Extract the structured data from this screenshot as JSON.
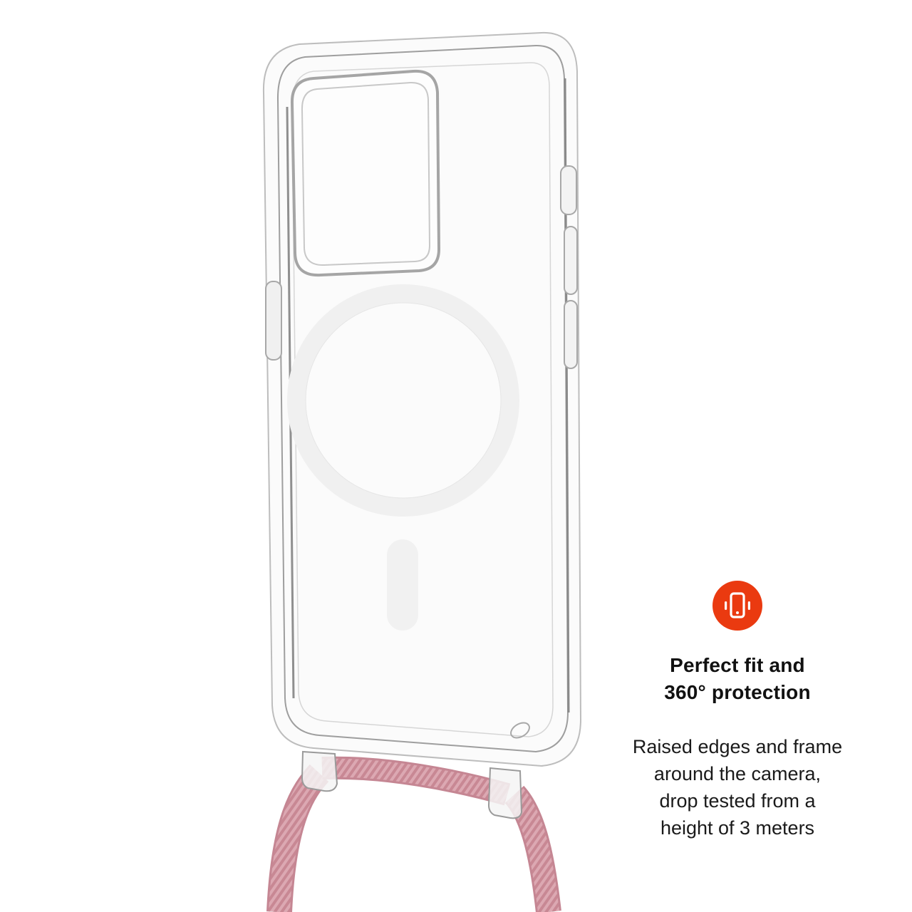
{
  "product": {
    "name": "clear-magsafe-case-with-lanyard",
    "case_color": "transparent",
    "strap_color": "#d9a3ad",
    "magsafe_ring_color": "#f2f2f2"
  },
  "feature": {
    "icon": "phone-vibrate-icon",
    "icon_bg_color": "#ea3a10",
    "icon_fg_color": "#ffffff",
    "title_lines": [
      "Perfect fit and",
      "360° protection"
    ],
    "description_lines": [
      "Raised edges and frame",
      "around the camera,",
      "drop tested from a",
      "height of 3 meters"
    ]
  }
}
